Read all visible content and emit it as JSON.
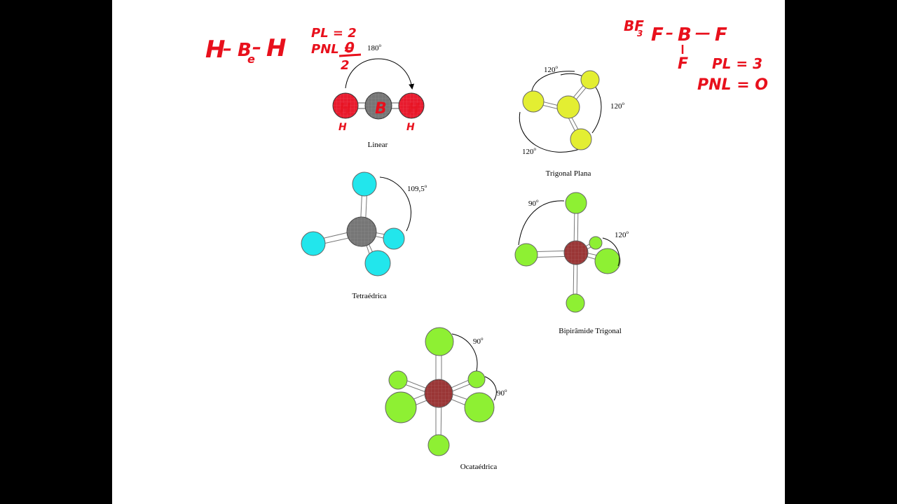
{
  "colors": {
    "page": "#ffffff",
    "frame": "#000000",
    "ink": "#e8101c",
    "linear_atom": "#e81b2e",
    "central_gray": "#767676",
    "trigonal_atom": "#e3ee32",
    "tetra_atom": "#22e6ec",
    "outer_green": "#8ef033",
    "central_red": "#9a3636"
  },
  "geometries": {
    "linear": {
      "name": "Linear",
      "angle": "180"
    },
    "trigonal": {
      "name": "Trigonal Plana",
      "angles": [
        "120",
        "120",
        "120"
      ]
    },
    "tetrahedral": {
      "name": "Tetraédrica",
      "angle": "109,5"
    },
    "bipyramidal": {
      "name": "Bipirâmide Trigonal",
      "angles": [
        "90",
        "120"
      ]
    },
    "octahedral": {
      "name": "Ocataédrica",
      "angles": [
        "90",
        "90"
      ]
    }
  },
  "degree_sign": "o",
  "handwriting": {
    "bh2_formula": {
      "h_left": "H",
      "bond1": "–",
      "b": "B",
      "sub": "e",
      "bond2": "–",
      "h_right": "H"
    },
    "bh2_pairs": {
      "pl": "PL = 2",
      "pnl_prefix": "PNL =",
      "pnl_num": "0",
      "pnl_den": "2"
    },
    "linear_atom_labels": {
      "left": "H",
      "center": "B",
      "right": "H"
    },
    "bf3_formula": {
      "name": "BF",
      "sub": "3",
      "f_left": "F",
      "bond1": "–",
      "b": "B",
      "bond2": "—",
      "f_right": "F",
      "f_bottom": "F"
    },
    "bf3_pairs": {
      "pl": "PL = 3",
      "pnl": "PNL = O"
    }
  }
}
